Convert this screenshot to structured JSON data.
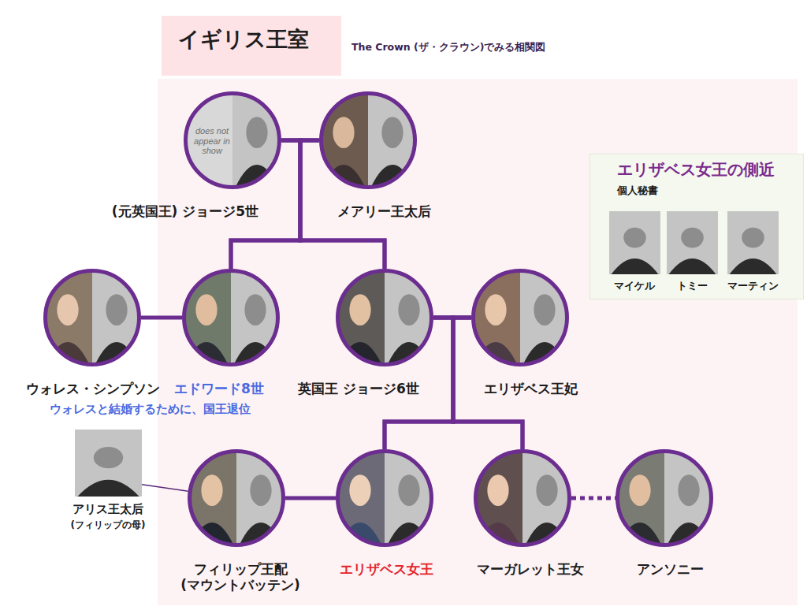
{
  "diagram": {
    "title": "イギリス王室",
    "nodes": [
      {
        "text": [
          "does not appear in show",
          "(元英国王) ジョージ5世"
        ]
      },
      {
        "text": [
          "メアリー王太后"
        ]
      },
      {
        "text": [
          "ウォレス・シンプソン"
        ]
      },
      {
        "text": [
          "エドワード8世",
          "ウォレスと結婚するために、国王退位"
        ]
      },
      {
        "text": [
          "英国王 ジョージ6世"
        ]
      },
      {
        "text": [
          "エリザベス王妃"
        ]
      },
      {
        "text": [
          "アリス王太后",
          "(フィリップの母)"
        ]
      },
      {
        "text": [
          "フィリップ王配 (マウントバッテン)"
        ]
      },
      {
        "text": [
          "エリザベス女王"
        ]
      },
      {
        "text": [
          "マーガレット王女"
        ]
      },
      {
        "text": [
          "アンソニー"
        ]
      },
      {
        "text": [
          "エリザベス女王の側近",
          "個人秘書"
        ]
      },
      {
        "text": [
          "マイケル"
        ],
        "in": 11
      },
      {
        "text": [
          "トミー"
        ],
        "in": 11
      },
      {
        "text": [
          "マーティン"
        ],
        "in": 11
      }
    ],
    "edges": [
      {
        "from": 0,
        "to": 1,
        "arrow": "none"
      },
      {
        "from": 0,
        "to": 3,
        "arrow": "none"
      },
      {
        "from": 1,
        "to": 3,
        "arrow": "none"
      },
      {
        "from": 0,
        "to": 4,
        "arrow": "none"
      },
      {
        "from": 1,
        "to": 4,
        "arrow": "none"
      },
      {
        "from": 2,
        "to": 3,
        "arrow": "none"
      },
      {
        "from": 4,
        "to": 5,
        "arrow": "none"
      },
      {
        "from": 4,
        "to": 8,
        "arrow": "none"
      },
      {
        "from": 5,
        "to": 8,
        "arrow": "none"
      },
      {
        "from": 4,
        "to": 9,
        "arrow": "none"
      },
      {
        "from": 5,
        "to": 9,
        "arrow": "none"
      },
      {
        "from": 6,
        "to": 7,
        "arrow": "none"
      },
      {
        "from": 7,
        "to": 8,
        "arrow": "none"
      },
      {
        "from": 9,
        "to": 10,
        "arrow": "none"
      }
    ],
    "labels": [
      "The Crown (ザ・クラウン)でみる相関図"
    ]
  }
}
